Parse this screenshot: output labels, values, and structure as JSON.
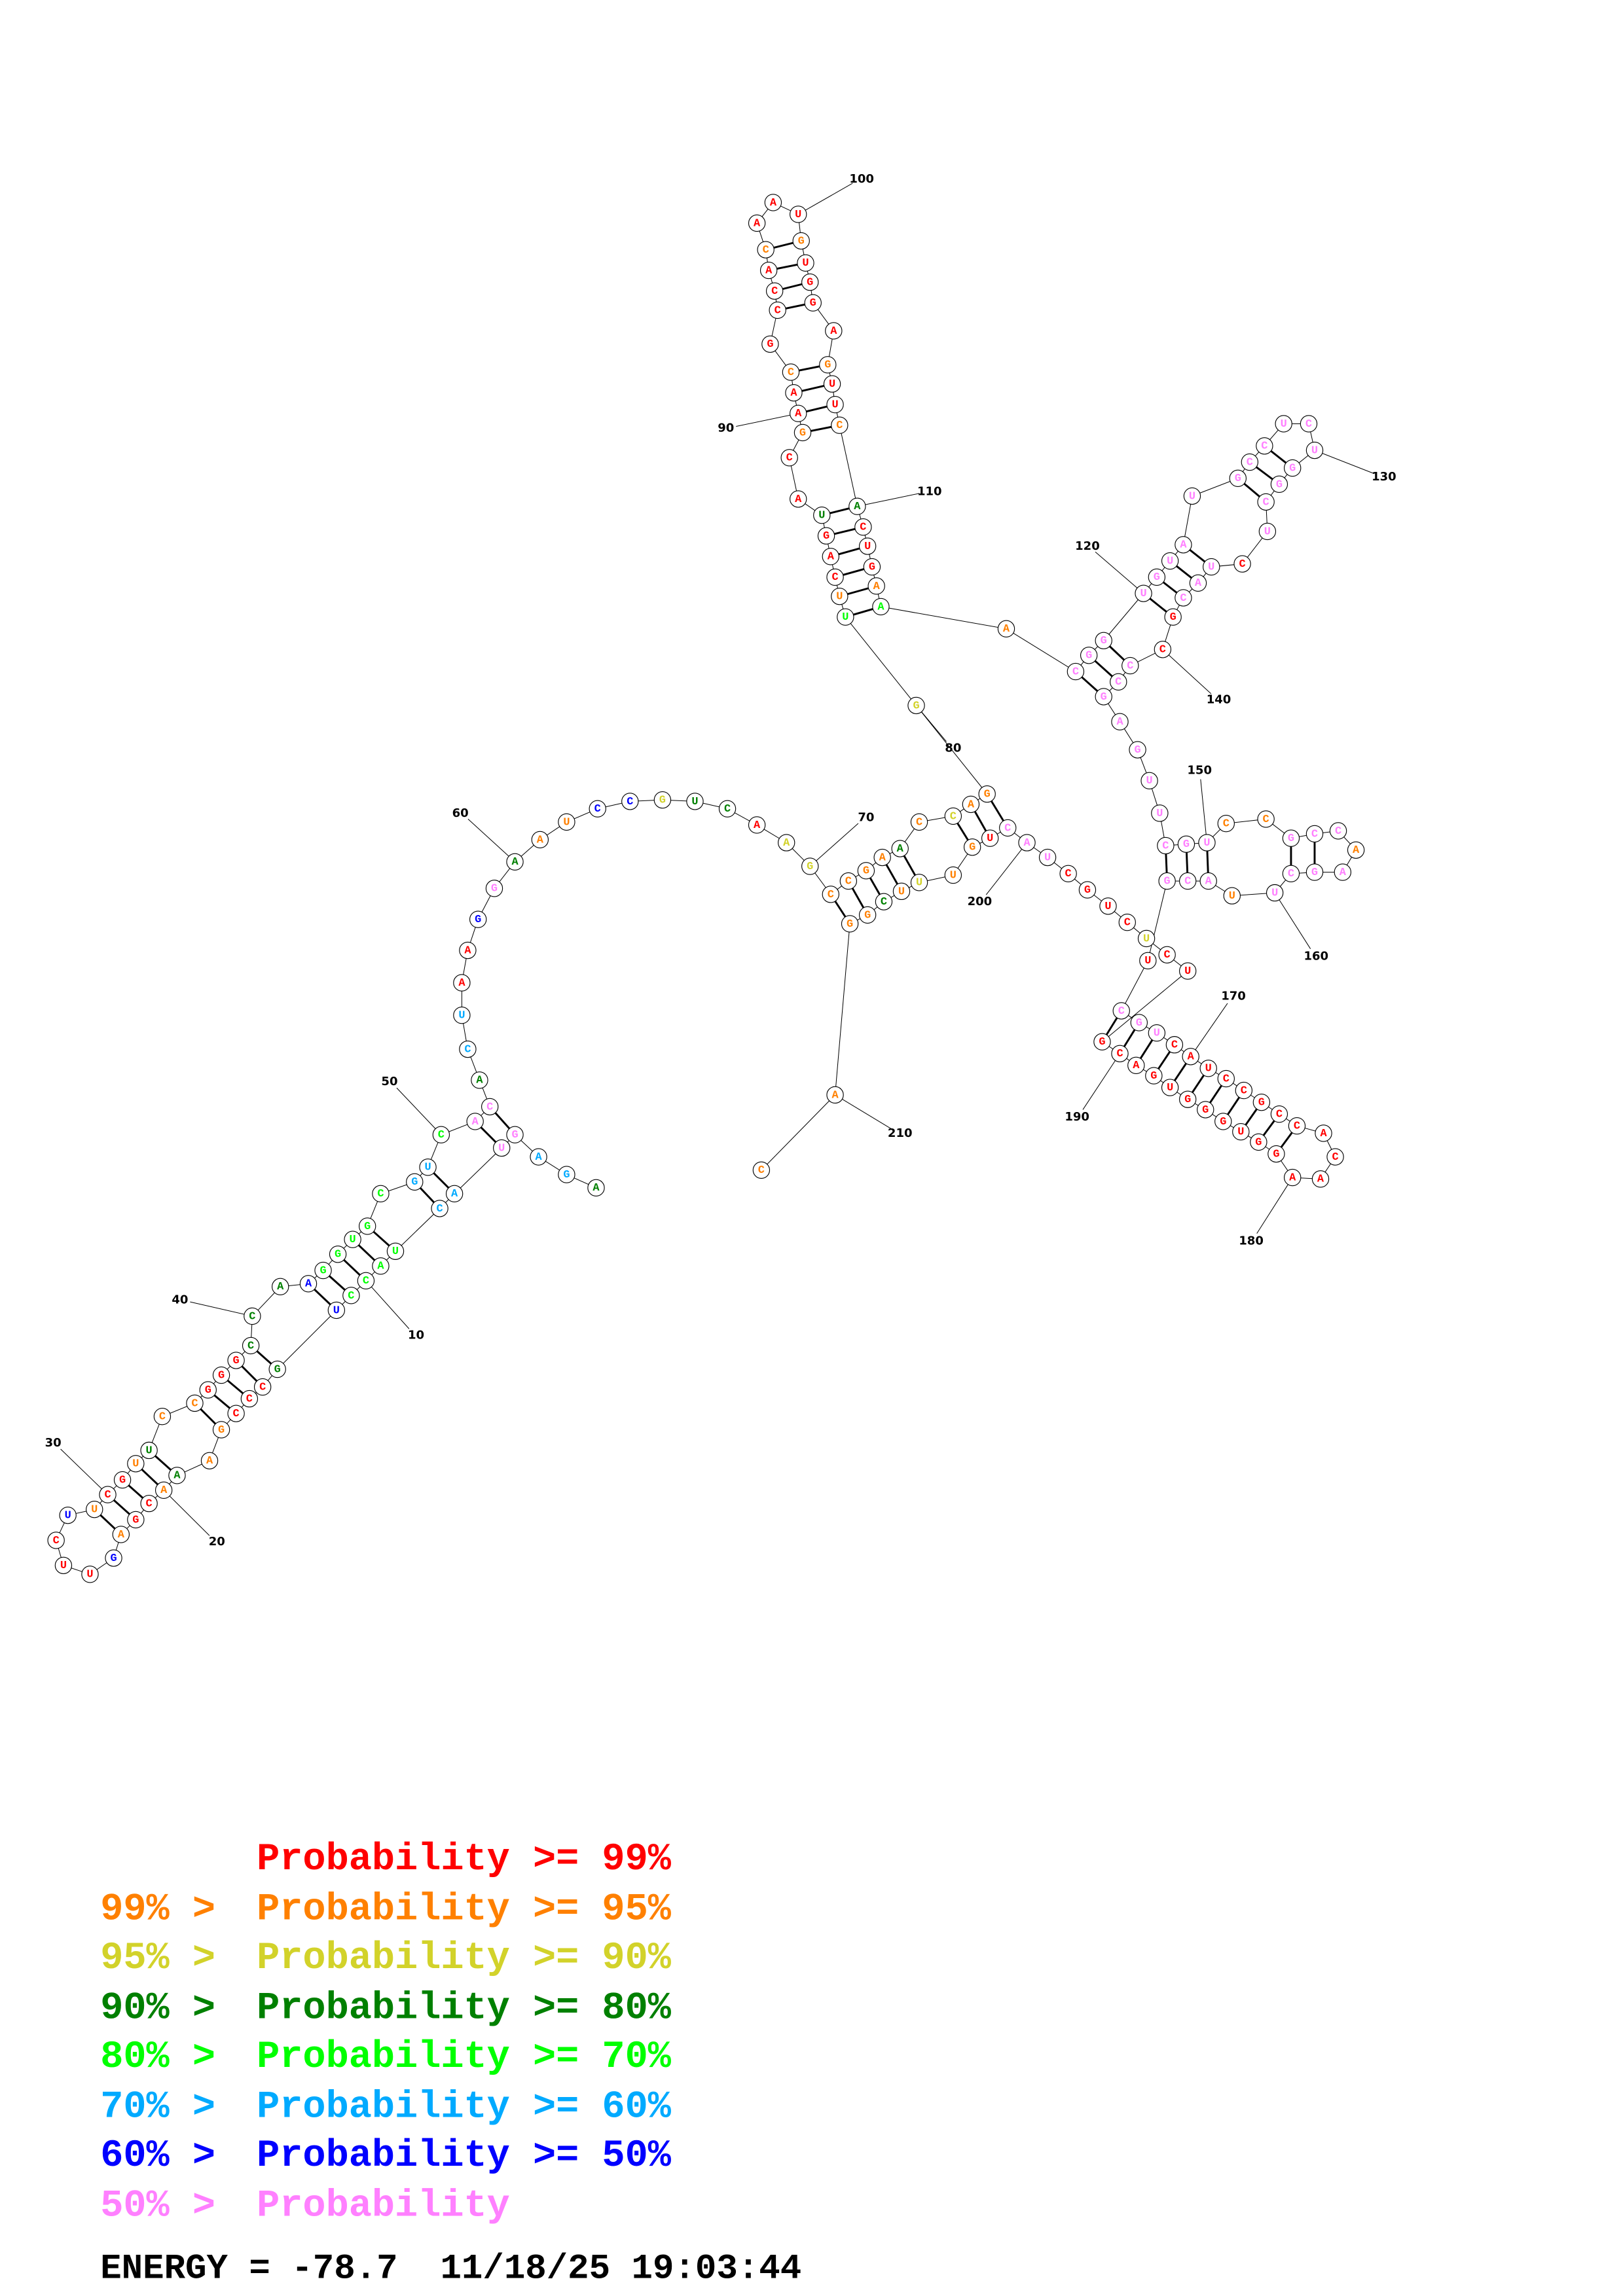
{
  "structure": {
    "sequence": "AGAGUACUACCUGCCCGAAACGAGUUCUUCGUUCCGGGCCAAGGUGCGUCACACUAAGGAAUCCGUCAAGCCGAACCAGGUUCAGUACGAACGCCACAAUGUGGAGUUCACUGAAACGGUGUAUGCCUCUGGCUCUACGCCCGAGUUCGUCCGCCAAGCUUACGUCGUCAUCCGCCACAAGGUGGGUGACGUCUCUGCUACUGUUUCGGAC",
    "probability_class": "35577554444630001131001600061001311000333644444554773550067311662330221111312112410003001001000010001000010013000141777777777777777777077700777777777711777177771777077700000000000000000000000002000077701121311111",
    "pairs": [
      [
        4,
        52
      ],
      [
        5,
        51
      ],
      [
        6,
        49
      ],
      [
        7,
        48
      ],
      [
        8,
        46
      ],
      [
        9,
        45
      ],
      [
        10,
        44
      ],
      [
        11,
        43
      ],
      [
        12,
        42
      ],
      [
        13,
        39
      ],
      [
        14,
        38
      ],
      [
        15,
        37
      ],
      [
        16,
        36
      ],
      [
        17,
        35
      ],
      [
        19,
        33
      ],
      [
        20,
        32
      ],
      [
        21,
        31
      ],
      [
        22,
        30
      ],
      [
        23,
        29
      ],
      [
        71,
        209
      ],
      [
        72,
        208
      ],
      [
        73,
        207
      ],
      [
        74,
        206
      ],
      [
        75,
        205
      ],
      [
        77,
        203
      ],
      [
        78,
        202
      ],
      [
        79,
        201
      ],
      [
        81,
        115
      ],
      [
        82,
        114
      ],
      [
        83,
        113
      ],
      [
        84,
        112
      ],
      [
        85,
        111
      ],
      [
        86,
        110
      ],
      [
        89,
        109
      ],
      [
        90,
        108
      ],
      [
        91,
        107
      ],
      [
        92,
        106
      ],
      [
        94,
        104
      ],
      [
        95,
        103
      ],
      [
        96,
        102
      ],
      [
        97,
        101
      ],
      [
        117,
        143
      ],
      [
        118,
        142
      ],
      [
        119,
        141
      ],
      [
        120,
        139
      ],
      [
        121,
        138
      ],
      [
        122,
        137
      ],
      [
        123,
        136
      ],
      [
        125,
        133
      ],
      [
        126,
        132
      ],
      [
        127,
        131
      ],
      [
        148,
        164
      ],
      [
        149,
        163
      ],
      [
        150,
        162
      ],
      [
        153,
        159
      ],
      [
        154,
        158
      ],
      [
        166,
        191
      ],
      [
        167,
        190
      ],
      [
        168,
        189
      ],
      [
        169,
        188
      ],
      [
        170,
        187
      ],
      [
        171,
        186
      ],
      [
        172,
        185
      ],
      [
        173,
        184
      ],
      [
        174,
        183
      ],
      [
        175,
        182
      ],
      [
        176,
        181
      ]
    ],
    "position_labels": [
      "10",
      "20",
      "30",
      "40",
      "50",
      "60",
      "70",
      "80",
      "90",
      "100",
      "110",
      "120",
      "130",
      "140",
      "150",
      "160",
      "170",
      "180",
      "190",
      "200",
      "210"
    ]
  },
  "colors": {
    "classes": [
      "#ff0000",
      "#ff8000",
      "#d2d22a",
      "#008000",
      "#00ff00",
      "#00aaff",
      "#0000ff",
      "#ff80ff"
    ]
  },
  "legend": [
    {
      "prefix": "",
      "text": "Probability >= 99%"
    },
    {
      "prefix": "99% >",
      "text": "Probability >= 95%"
    },
    {
      "prefix": "95% >",
      "text": "Probability >= 90%"
    },
    {
      "prefix": "90% >",
      "text": "Probability >= 80%"
    },
    {
      "prefix": "80% >",
      "text": "Probability >= 70%"
    },
    {
      "prefix": "70% >",
      "text": "Probability >= 60%"
    },
    {
      "prefix": "60% >",
      "text": "Probability >= 50%"
    },
    {
      "prefix": "50% >",
      "text": "Probability"
    }
  ],
  "footer": {
    "energy_text": "ENERGY = -78.7  11/18/25 19:03:44"
  }
}
